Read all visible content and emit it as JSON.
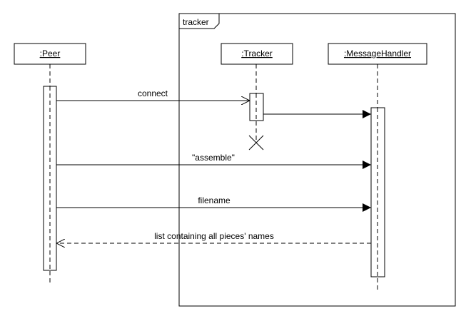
{
  "frame": {
    "label": "tracker"
  },
  "lifelines": {
    "peer": {
      "label": ":Peer"
    },
    "tracker": {
      "label": ":Tracker"
    },
    "handler": {
      "label": ":MessageHandler"
    }
  },
  "messages": {
    "connect": {
      "label": "connect",
      "kind": "async"
    },
    "tracker_to_handler": {
      "label": "",
      "kind": "sync"
    },
    "assemble": {
      "label": "\"assemble\"",
      "kind": "sync"
    },
    "filename": {
      "label": "filename",
      "kind": "sync"
    },
    "reply": {
      "label": "list containing all pieces' names",
      "kind": "return"
    }
  },
  "destruction": {
    "lifeline": "tracker"
  }
}
